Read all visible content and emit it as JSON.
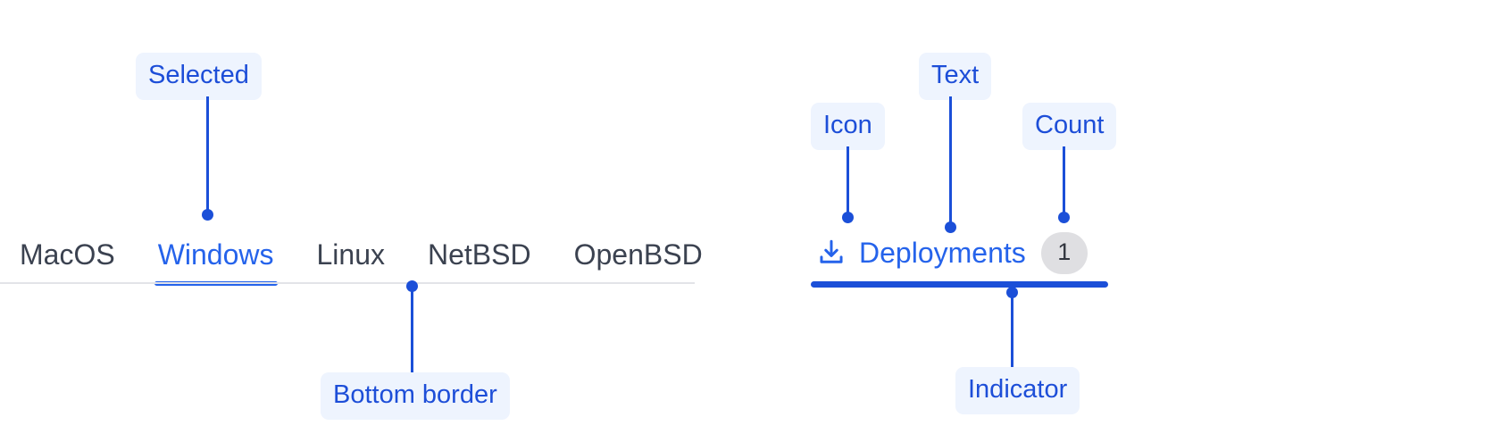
{
  "colors": {
    "accent_blue": "#2563eb",
    "annotation_blue": "#1d4ed8",
    "annotation_bg": "#eef4fe",
    "connector_blue": "#1b4fd8",
    "tab_text": "#3b4250",
    "baseline_gray": "#e3e4e8",
    "count_badge_bg": "#dfdfe2",
    "count_badge_text": "#32363f",
    "page_bg": "#ffffff"
  },
  "tabbar": {
    "tabs": [
      {
        "label": "MacOS",
        "selected": false
      },
      {
        "label": "Windows",
        "selected": true
      },
      {
        "label": "Linux",
        "selected": false
      },
      {
        "label": "NetBSD",
        "selected": false
      },
      {
        "label": "OpenBSD",
        "selected": false
      }
    ]
  },
  "deployments_tab": {
    "icon": "download-icon",
    "label": "Deployments",
    "count": "1",
    "selected": true
  },
  "annotations": [
    {
      "id": "selected",
      "label": "Selected"
    },
    {
      "id": "bottom_border",
      "label": "Bottom border"
    },
    {
      "id": "icon",
      "label": "Icon"
    },
    {
      "id": "text",
      "label": "Text"
    },
    {
      "id": "count",
      "label": "Count"
    },
    {
      "id": "indicator",
      "label": "Indicator"
    }
  ]
}
